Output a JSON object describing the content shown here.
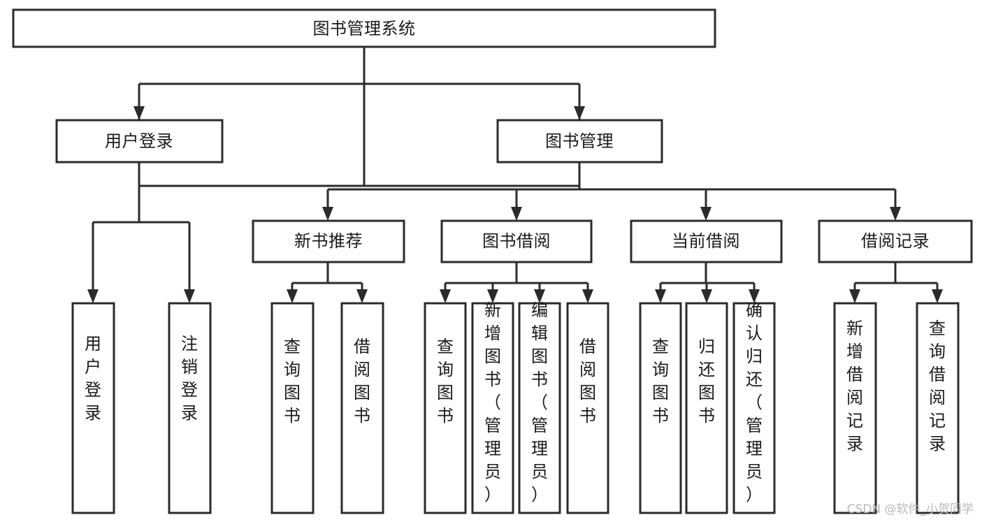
{
  "diagram": {
    "type": "tree",
    "title": "图书管理系统",
    "root": {
      "id": "system",
      "label": "图书管理系统",
      "orientation": "horizontal"
    },
    "level2": [
      {
        "id": "user-login",
        "label": "用户登录",
        "orientation": "horizontal"
      },
      {
        "id": "book-manage",
        "label": "图书管理",
        "orientation": "horizontal"
      }
    ],
    "level3": [
      {
        "id": "new-book-recommend",
        "label": "新书推荐",
        "orientation": "horizontal",
        "parent": "book-manage"
      },
      {
        "id": "book-borrow",
        "label": "图书借阅",
        "orientation": "horizontal",
        "parent": "book-manage"
      },
      {
        "id": "current-borrow",
        "label": "当前借阅",
        "orientation": "horizontal",
        "parent": "book-manage"
      },
      {
        "id": "borrow-record",
        "label": "借阅记录",
        "orientation": "horizontal",
        "parent": "book-manage"
      }
    ],
    "leaves": {
      "user_login": [
        {
          "id": "leaf-user-login",
          "label": "用户登录",
          "orientation": "vertical"
        },
        {
          "id": "leaf-logout-login",
          "label": "注销登录",
          "orientation": "vertical"
        }
      ],
      "new_book_recommend": [
        {
          "id": "leaf-query-book-1",
          "label": "查询图书",
          "orientation": "vertical"
        },
        {
          "id": "leaf-borrow-book-1",
          "label": "借阅图书",
          "orientation": "vertical"
        }
      ],
      "book_borrow": [
        {
          "id": "leaf-query-book-2",
          "label": "查询图书",
          "orientation": "vertical"
        },
        {
          "id": "leaf-add-book",
          "label": "新增图书（管理员）",
          "orientation": "vertical"
        },
        {
          "id": "leaf-edit-book",
          "label": "编辑图书（管理员）",
          "orientation": "vertical"
        },
        {
          "id": "leaf-borrow-book-2",
          "label": "借阅图书",
          "orientation": "vertical"
        }
      ],
      "current_borrow": [
        {
          "id": "leaf-query-book-3",
          "label": "查询图书",
          "orientation": "vertical"
        },
        {
          "id": "leaf-return-book",
          "label": "归还图书",
          "orientation": "vertical"
        },
        {
          "id": "leaf-confirm-return",
          "label": "确认归还（管理员）",
          "orientation": "vertical"
        }
      ],
      "borrow_record": [
        {
          "id": "leaf-add-borrow-record",
          "label": "新增借阅记录",
          "orientation": "vertical"
        },
        {
          "id": "leaf-query-borrow-record",
          "label": "查询借阅记录",
          "orientation": "vertical"
        }
      ]
    },
    "colors": {
      "box_stroke": "#2b2b2b",
      "box_fill": "#ffffff",
      "text": "#1a1a1a",
      "connector": "#2b2b2b",
      "background": "#ffffff",
      "watermark": "#b8b8b8"
    }
  },
  "watermark": {
    "text": "CSDN @软件_小贺同学"
  }
}
